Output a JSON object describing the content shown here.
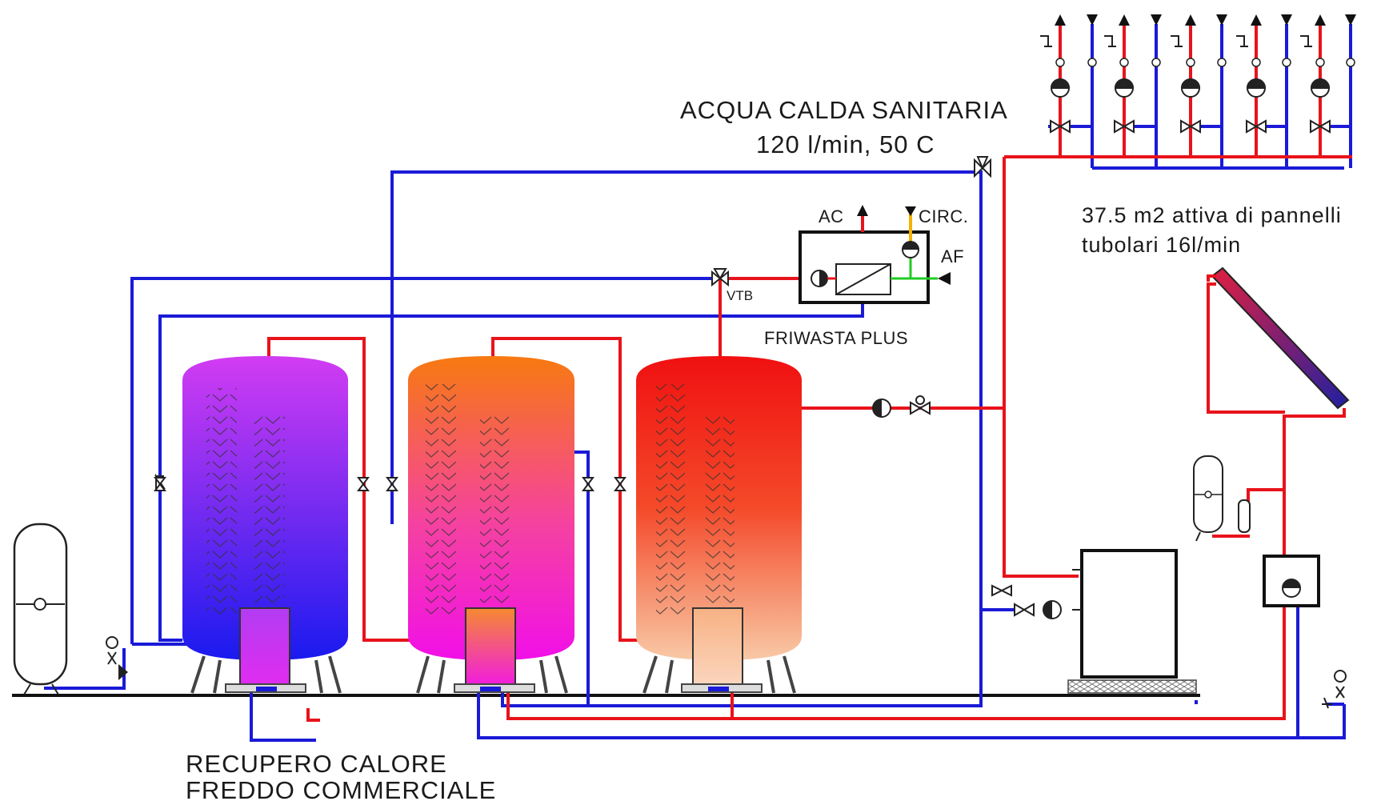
{
  "labels": {
    "acs_title": "ACQUA CALDA SANITARIA",
    "acs_flow": "120 l/min, 50 C",
    "panels_line1": "37.5 m2 attiva di pannelli",
    "panels_line2": "tubolari 16l/min",
    "ac": "AC",
    "circ": "CIRC.",
    "af": "AF",
    "vtb": "VTB",
    "friwasta": "FRIWASTA PLUS",
    "recupero_line1": "RECUPERO CALORE",
    "recupero_line2": "FREDDO COMMERCIALE"
  },
  "colors": {
    "hot_pipe": "#e8131b",
    "cold_pipe": "#1a1ad8",
    "green_pipe": "#22cc22",
    "yellow_pipe": "#f2b200",
    "tank1_top": "#d23cf2",
    "tank1_bottom": "#1a1aef",
    "tank2_top": "#f77a10",
    "tank2_bottom": "#f10fe8",
    "tank3_top": "#f01010",
    "tank3_bottom": "#f8c9a6"
  },
  "components": {
    "storage_tanks": 3,
    "consumer_columns": 5
  }
}
